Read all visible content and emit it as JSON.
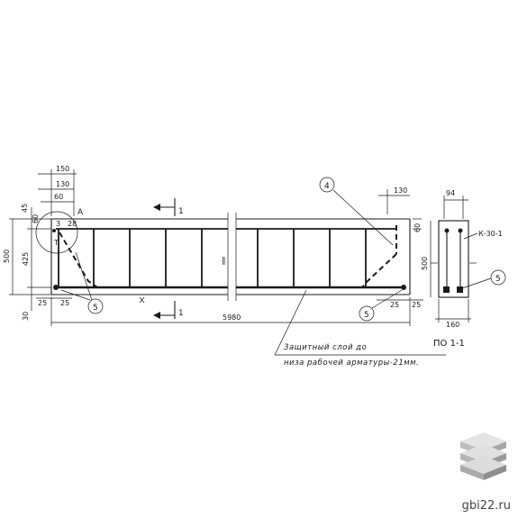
{
  "dimensions": {
    "top_150": "150",
    "top_130": "130",
    "top_60": "60",
    "left_45": "45",
    "left_500": "500",
    "left_425": "425",
    "left_30": "30",
    "inner_60": "60",
    "inner_3": "3",
    "inner_28": "28",
    "bottom_25a": "25",
    "bottom_25b": "25",
    "length_5980": "5980",
    "right_130": "130",
    "right_60": "60",
    "right_25a": "25",
    "right_25b": "25",
    "sec_94": "94",
    "sec_500": "500",
    "sec_160": "160"
  },
  "labels": {
    "detail_a": "A",
    "detail_t": "T",
    "cut_1_top": "1",
    "cut_1_bottom": "1",
    "break_mark": "∥",
    "callout_4": "4",
    "callout_5_left": "5",
    "callout_5_mid": "5",
    "callout_5_sec": "5",
    "frame_mark": "К-30-1",
    "section_title": "ПО 1-1"
  },
  "note": {
    "line1": "Защитный слой до",
    "line2": "низа рабочей арматуры-21мм."
  },
  "watermark": {
    "icon": "stacked-slabs-logo",
    "site": "gbi22.ru"
  },
  "colors": {
    "ink": "#1a1a1a",
    "logo_light": "#d9d9d9",
    "logo_dark": "#9a9a9a"
  }
}
